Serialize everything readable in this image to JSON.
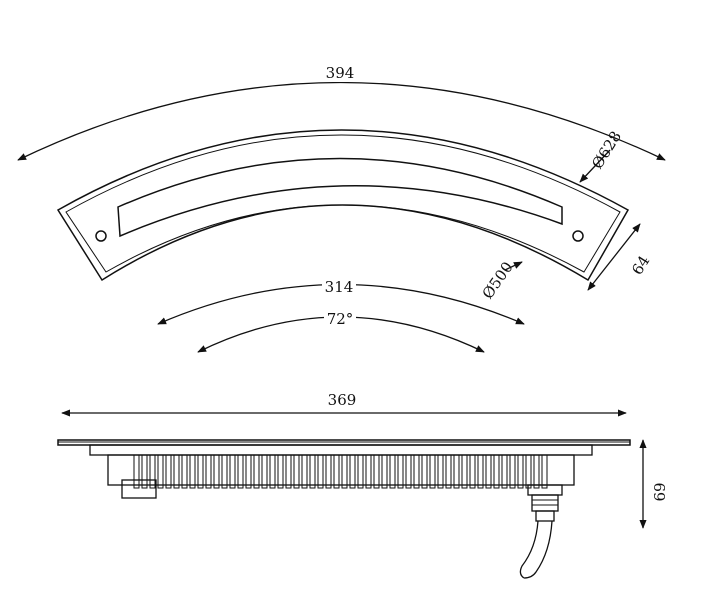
{
  "top_view": {
    "outer_arc_length": "394",
    "outer_diameter": "Ø628",
    "width": "64",
    "inner_diameter": "Ø500",
    "inner_arc_length": "314",
    "angle": "72°"
  },
  "side_view": {
    "length": "369",
    "height": "69"
  }
}
